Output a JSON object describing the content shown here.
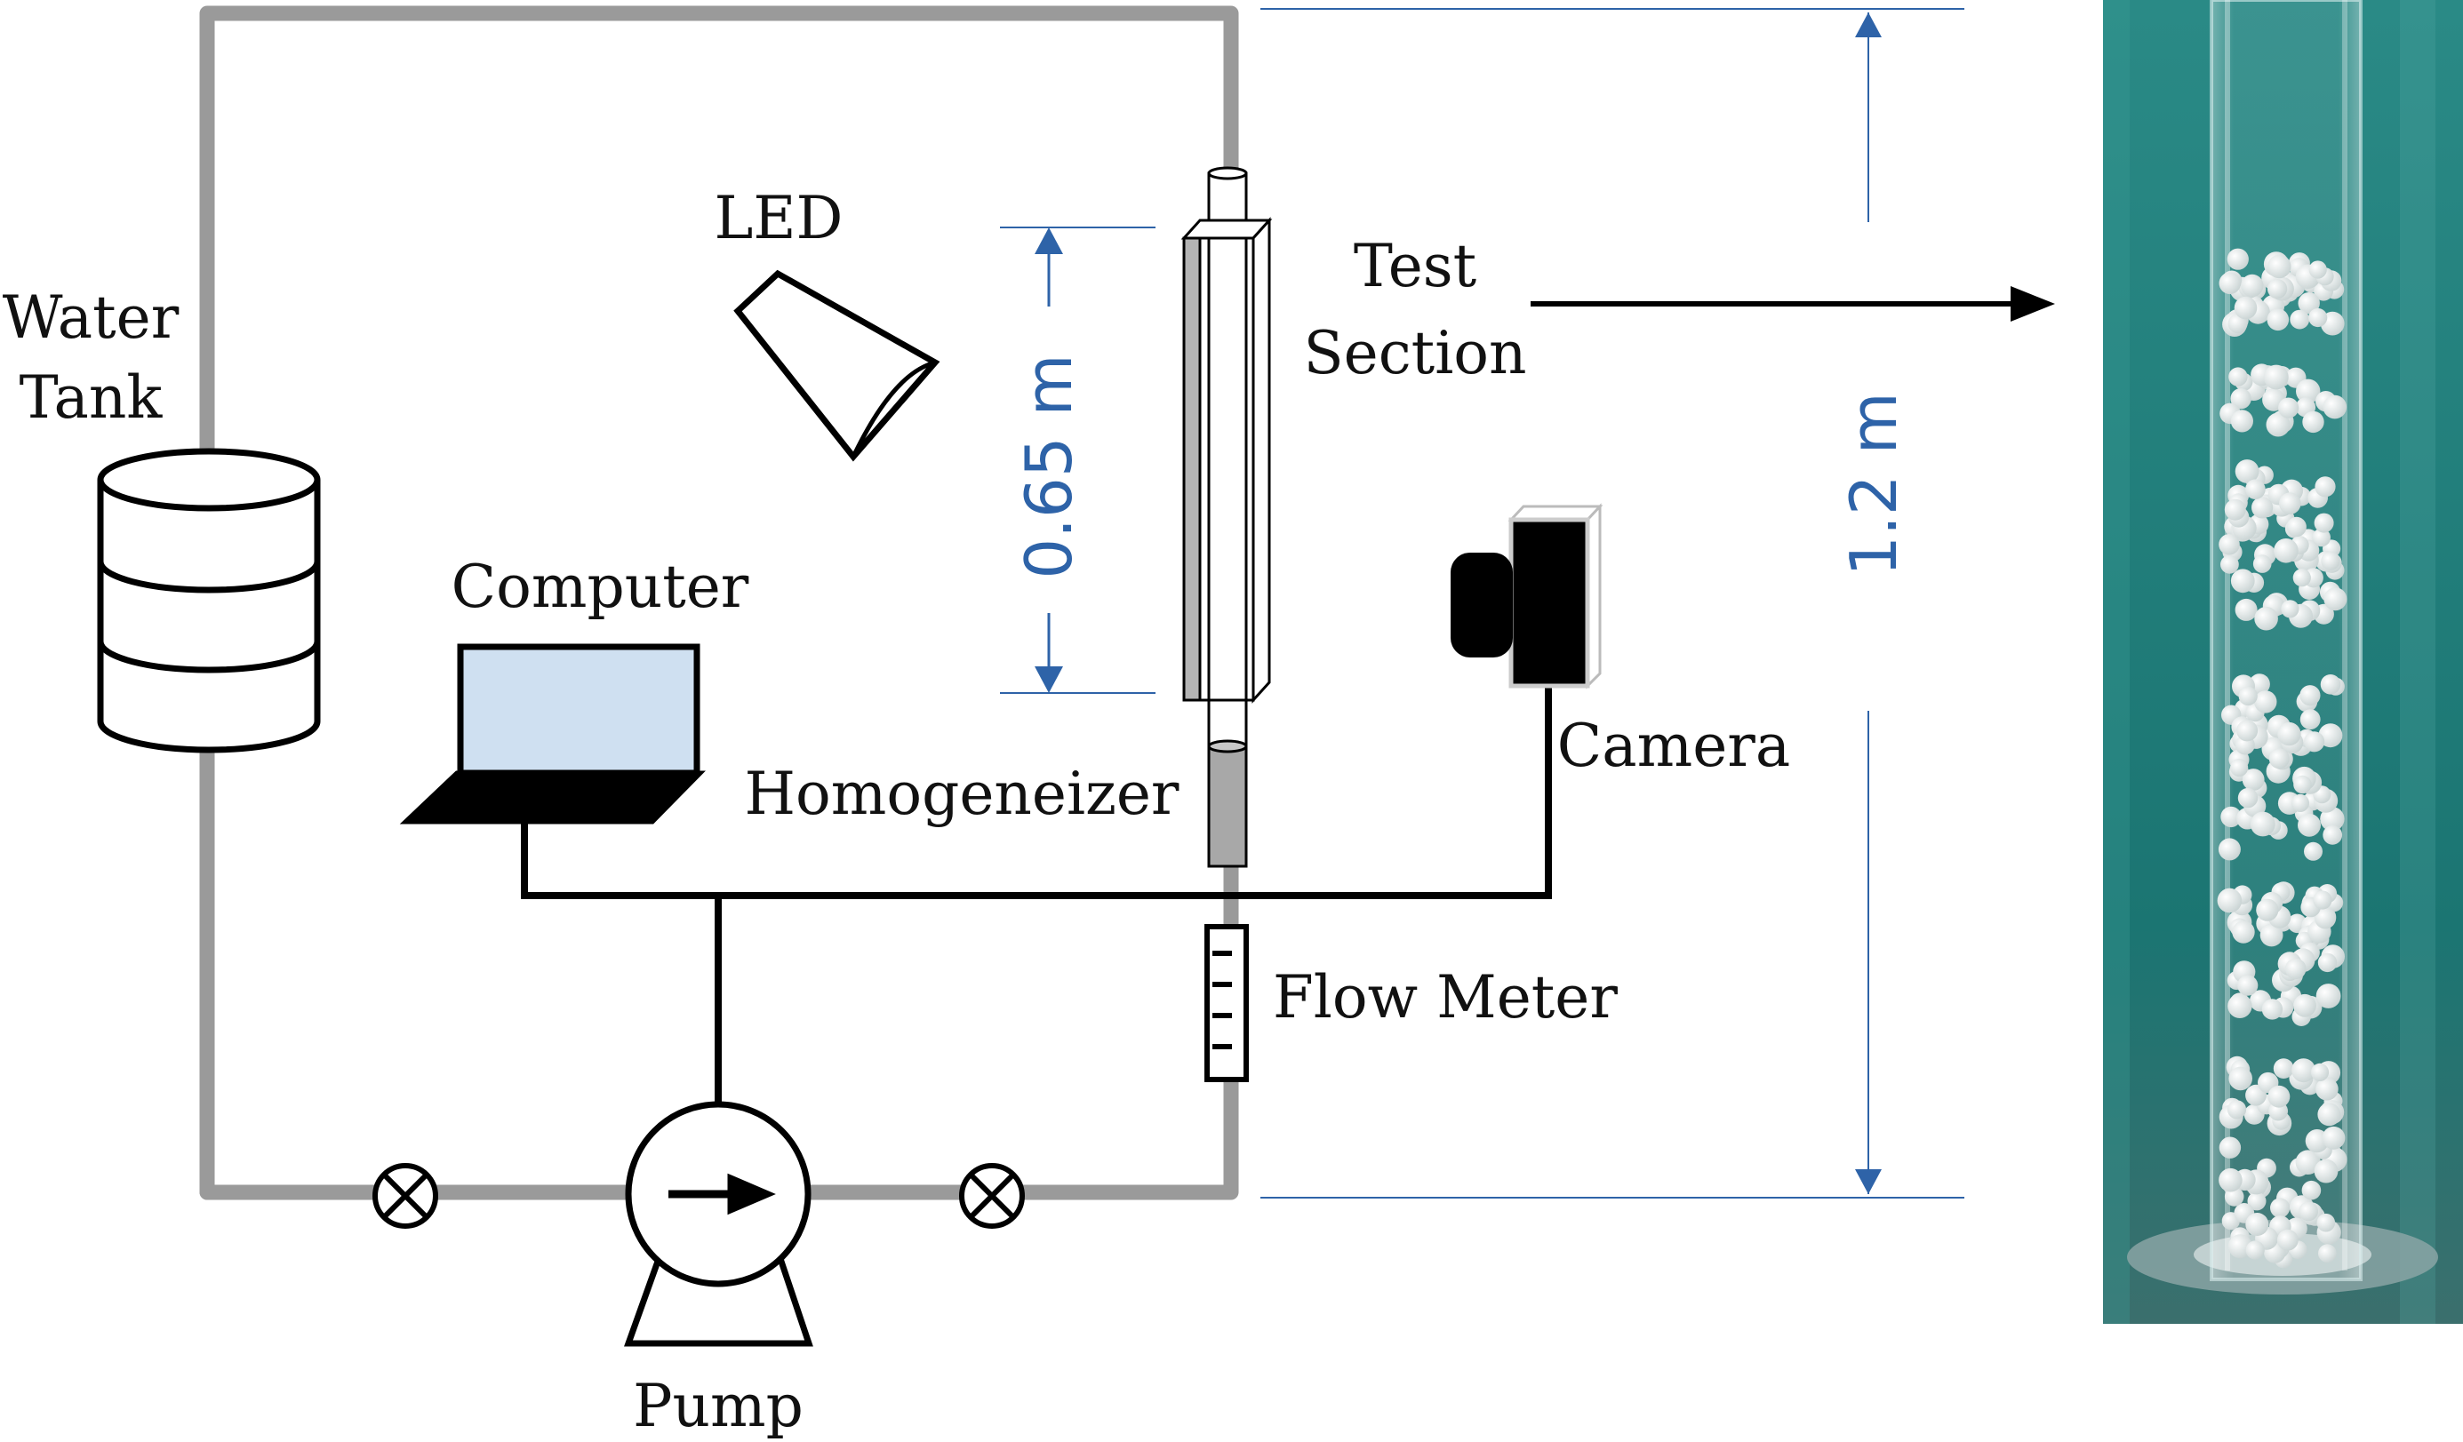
{
  "labels": {
    "water_tank_line1": "Water",
    "water_tank_line2": "Tank",
    "led": "LED",
    "computer": "Computer",
    "homogeneizer": "Homogeneizer",
    "test_section_line1": "Test",
    "test_section_line2": "Section",
    "camera": "Camera",
    "flow_meter": "Flow Meter",
    "pump": "Pump"
  },
  "dimensions": {
    "test_section_height": "0.65 m",
    "total_height": "1.2 m"
  },
  "colors": {
    "pipe": "#9a9a9a",
    "wire": "#000000",
    "dimension": "#2e63a8",
    "screen": "#cfe0f1",
    "tube_gray": "#b4b4b4",
    "water_bg": "#1f7c7a",
    "particles": "#f2f4f4"
  },
  "photo": {
    "description_icon": "particle-column-photo"
  }
}
